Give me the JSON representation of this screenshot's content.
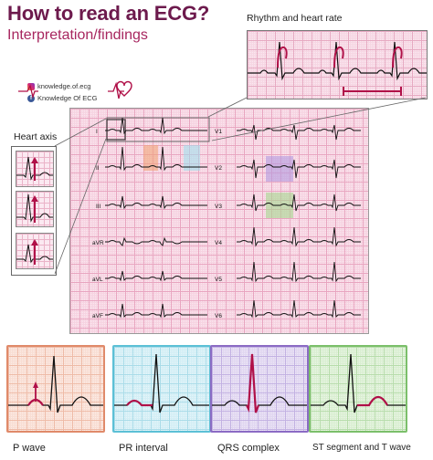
{
  "header": {
    "title": "How to read an ECG?",
    "subtitle": "Interpretation/findings"
  },
  "brand": {
    "instagram": "knowledge.of.ecg",
    "facebook": "Knowledge Of ECG",
    "icons": [
      "instagram-icon",
      "facebook-icon",
      "heart-ecg-icon"
    ]
  },
  "rhythm": {
    "label": "Rhythm and heart rate"
  },
  "axis": {
    "label": "Heart axis"
  },
  "ecg": {
    "leads_left": [
      "I",
      "II",
      "III",
      "aVR",
      "aVL",
      "aVF"
    ],
    "leads_right": [
      "V1",
      "V2",
      "V3",
      "V4",
      "V5",
      "V6"
    ]
  },
  "panels": [
    {
      "label": "P wave",
      "color": "#e08a6a"
    },
    {
      "label": "PR interval",
      "color": "#5cc0d6"
    },
    {
      "label": "QRS complex",
      "color": "#8b6bc4"
    },
    {
      "label": "ST segment and T wave",
      "color": "#7bbf6a"
    }
  ],
  "colors": {
    "accent": "#a7265f",
    "title": "#6d1a4d",
    "trace": "#111111",
    "highlight": "#b01048"
  }
}
